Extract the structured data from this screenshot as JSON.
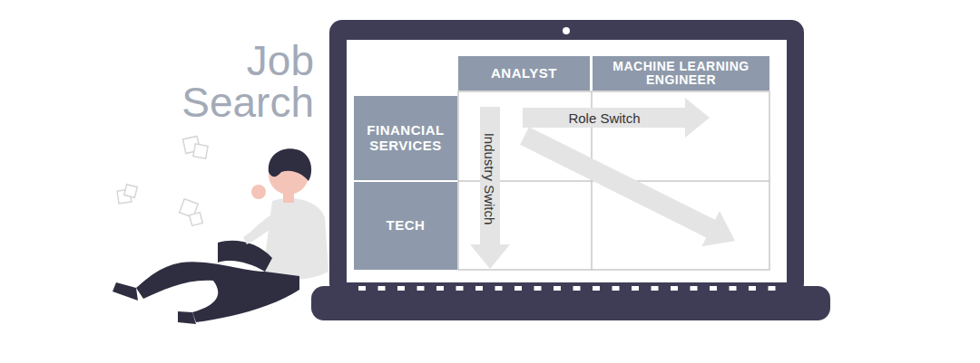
{
  "diagram": {
    "title": "Job Search",
    "nodes": [
      {
        "text": [
          "ANALYST"
        ]
      },
      {
        "text": [
          "MACHINE LEARNING ENGINEER"
        ]
      },
      {
        "text": [
          "FINANCIAL SERVICES"
        ]
      },
      {
        "text": [
          "TECH"
        ]
      }
    ],
    "labels": [
      "Role Switch",
      "Industry Switch"
    ]
  }
}
